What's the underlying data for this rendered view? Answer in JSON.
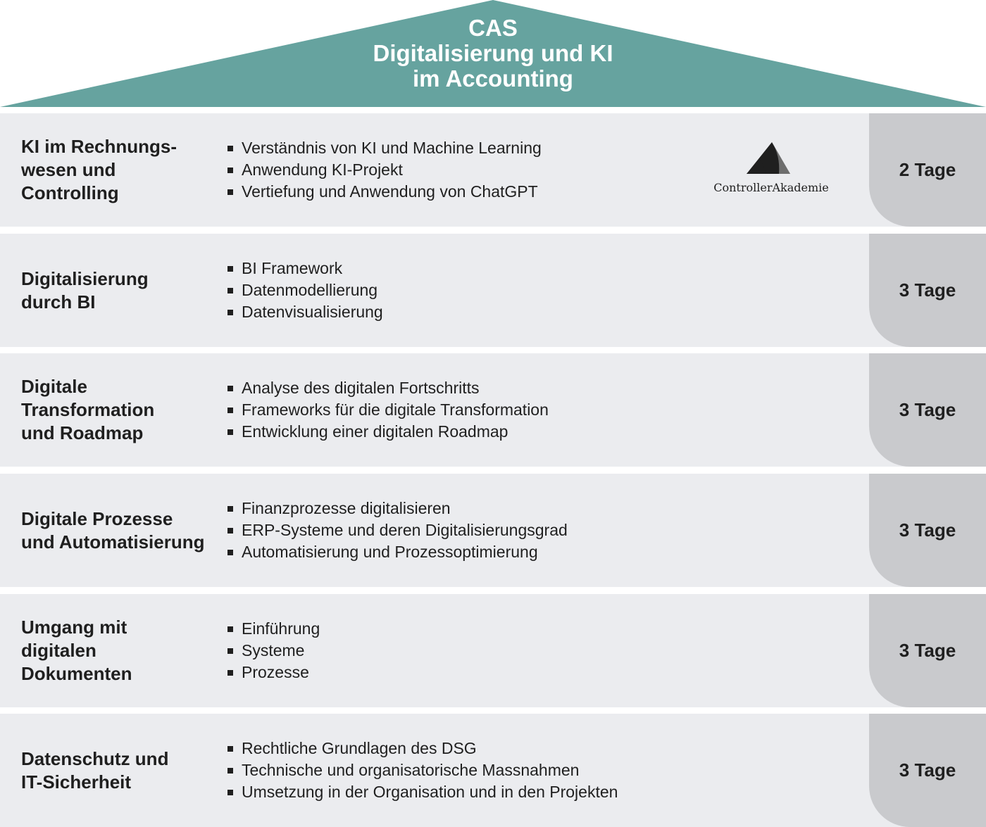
{
  "header": {
    "title_lines": [
      "CAS",
      "Digitalisierung und KI",
      "im Accounting"
    ]
  },
  "colors": {
    "roof": "#66a39f",
    "module_background": "#ebecef",
    "duration_background": "#c9cacd",
    "text": "#1f1f1f",
    "roof_text": "#ffffff"
  },
  "logo": {
    "name": "ControllerAkademie",
    "icon": "triangle-mountain-icon"
  },
  "modules": [
    {
      "title": "KI im Rechnungs-\nwesen und\nControlling",
      "bullets": [
        "Verständnis von KI und  Machine Learning",
        "Anwendung KI-Projekt",
        "Vertiefung und Anwendung von ChatGPT"
      ],
      "duration": "2 Tage"
    },
    {
      "title": "Digitalisierung\ndurch BI",
      "bullets": [
        "BI Framework",
        "Datenmodellierung",
        "Datenvisualisierung"
      ],
      "duration": "3 Tage"
    },
    {
      "title": "Digitale\nTransformation\nund Roadmap",
      "bullets": [
        "Analyse des digitalen Fortschritts",
        "Frameworks für die digitale Transformation",
        "Entwicklung einer digitalen Roadmap"
      ],
      "duration": "3 Tage"
    },
    {
      "title": "Digitale Prozesse\nund Automatisierung",
      "bullets": [
        "Finanzprozesse digitalisieren",
        "ERP-Systeme und deren Digitalisierungsgrad",
        "Automatisierung und Prozessoptimierung"
      ],
      "duration": "3 Tage"
    },
    {
      "title": "Umgang mit\ndigitalen\nDokumenten",
      "bullets": [
        "Einführung",
        "Systeme",
        "Prozesse"
      ],
      "duration": "3 Tage"
    },
    {
      "title": "Datenschutz und\nIT-Sicherheit",
      "bullets": [
        "Rechtliche Grundlagen des DSG",
        "Technische und organisatorische Massnahmen",
        "Umsetzung in der Organisation und in den Projekten"
      ],
      "duration": "3 Tage"
    }
  ]
}
